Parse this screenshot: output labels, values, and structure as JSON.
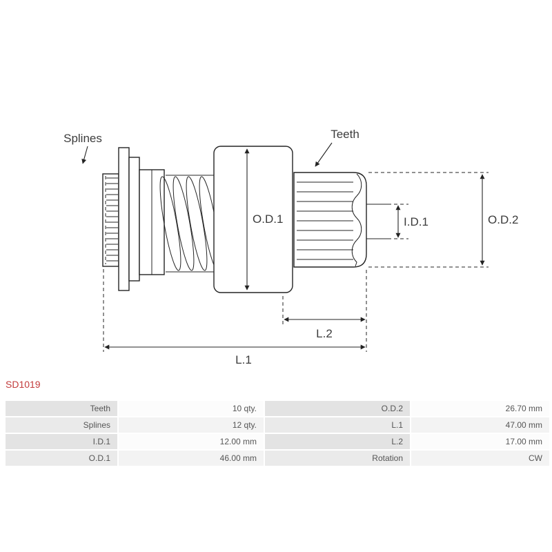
{
  "colors": {
    "accent": "#c23b3b"
  },
  "part_number": "SD1019",
  "diagram": {
    "labels": {
      "splines": "Splines",
      "teeth": "Teeth",
      "od1": "O.D.1",
      "id1": "I.D.1",
      "od2": "O.D.2",
      "l1": "L.1",
      "l2": "L.2"
    }
  },
  "spec_table": {
    "rows": [
      {
        "c0": "Teeth",
        "c1": "10 qty.",
        "c2": "O.D.2",
        "c3": "26.70 mm"
      },
      {
        "c0": "Splines",
        "c1": "12 qty.",
        "c2": "L.1",
        "c3": "47.00 mm"
      },
      {
        "c0": "I.D.1",
        "c1": "12.00 mm",
        "c2": "L.2",
        "c3": "17.00 mm"
      },
      {
        "c0": "O.D.1",
        "c1": "46.00 mm",
        "c2": "Rotation",
        "c3": "CW"
      }
    ]
  }
}
